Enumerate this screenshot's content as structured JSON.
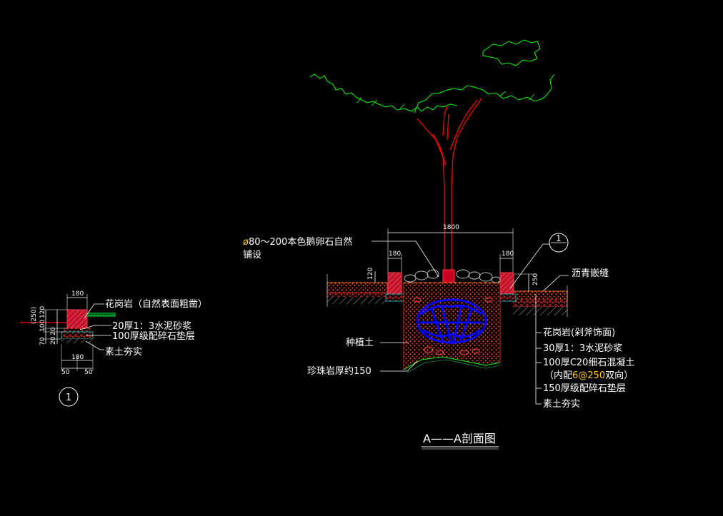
{
  "colors": {
    "background": "#000000",
    "foliage": "#00ff00",
    "trunk": "#ff0000",
    "root_ball": "#0000ff",
    "text": "#ffffff",
    "highlight": "#ffcc00",
    "dim_line": "#ffffff",
    "paving": "#ff2020",
    "granite": "#c0142a"
  },
  "detail1": {
    "dim_top": "180",
    "dim_bottom": "180",
    "dim_left": "50",
    "dim_right": "50",
    "dim_250": "(250)",
    "dim_120": "120",
    "dim_100": "100",
    "dim_70": "70",
    "dim_20": "20",
    "label_granite": "花岗岩（自然表面粗凿）",
    "label_mortar": "20厚1：3水泥砂浆",
    "label_gravel": "100厚级配碎石垫层",
    "label_soil": "素土夯实",
    "marker": "1"
  },
  "section": {
    "dim_1800": "1800",
    "dim_180_left": "180",
    "dim_180_right": "180",
    "dim_120": "120",
    "dim_250": "250",
    "label_pebble_symbol": "ø",
    "label_pebble_1": "80～200本色鹅卵石自然",
    "label_pebble_2": "铺设",
    "label_asphalt": "沥青嵌缝",
    "label_planting_soil": "种植土",
    "label_perlite": "珍珠岩厚约150",
    "label_granite_axe": "花岗岩(剁斧饰面)",
    "label_mortar": "30厚1：3水泥砂浆",
    "label_concrete": "100厚C20细石混凝土",
    "label_rebar_open": "（内配",
    "label_rebar_spec": "6@250",
    "label_rebar_close": "双向）",
    "label_gravel": "150厚级配碎石垫层",
    "label_soil": "素土夯实",
    "marker": "1",
    "title": "A——A剖面图"
  }
}
